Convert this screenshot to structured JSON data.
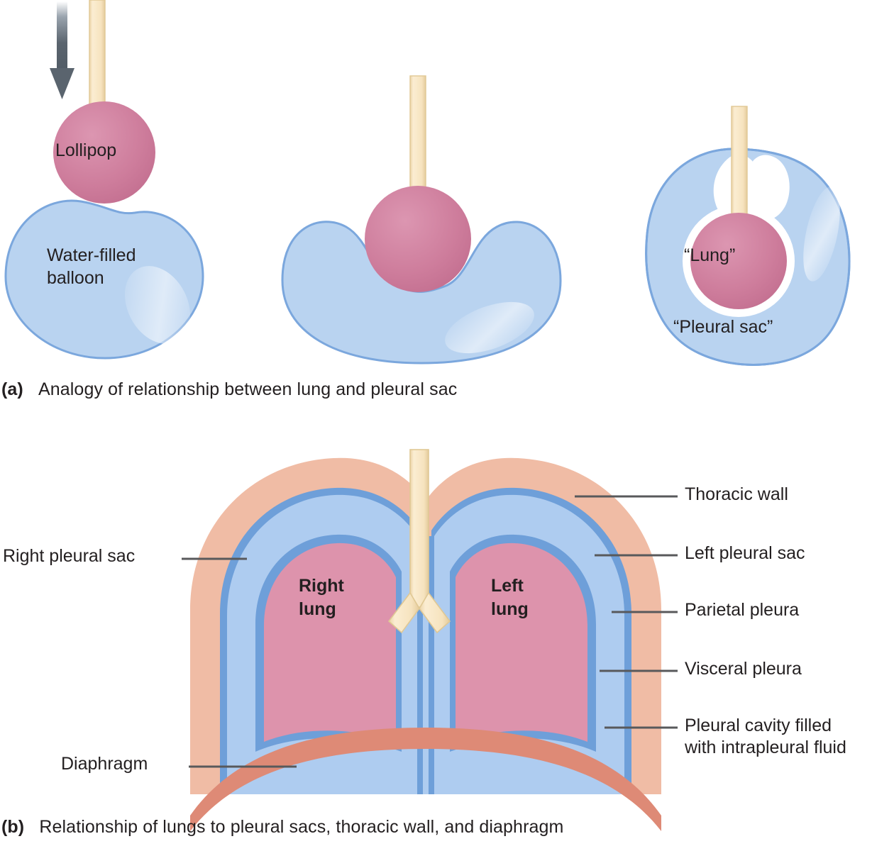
{
  "figure": {
    "title_a": "Analogy of relationship between lung and pleural sac",
    "title_b": "Relationship of lungs to pleural sacs, thoracic wall, and diaphragm"
  },
  "panel_a": {
    "tag": "(a)",
    "caption": "Analogy of relationship between lung and pleural sac",
    "arrow_name": "downward-push-arrow",
    "steps": [
      {
        "id": "step-1",
        "labels": {
          "lollipop": "Lollipop",
          "balloon_line1": "Water-filled",
          "balloon_line2": "balloon"
        }
      },
      {
        "id": "step-2",
        "labels": {}
      },
      {
        "id": "step-3",
        "labels": {
          "lung": "“Lung”",
          "pleural_sac": "“Pleural sac”"
        }
      }
    ]
  },
  "panel_b": {
    "tag": "(b)",
    "caption": "Relationship of lungs to pleural sacs, thoracic wall, and diaphragm",
    "inner_labels": {
      "right_lung_line1": "Right",
      "right_lung_line2": "lung",
      "left_lung_line1": "Left",
      "left_lung_line2": "lung"
    },
    "left_callouts": [
      {
        "label": "Right pleural sac"
      },
      {
        "label": "Diaphragm"
      }
    ],
    "right_callouts": [
      {
        "label": "Thoracic wall"
      },
      {
        "label": "Left pleural sac"
      },
      {
        "label": "Parietal pleura"
      },
      {
        "label": "Visceral pleura"
      },
      {
        "label_line1": "Pleural cavity filled",
        "label_line2": "with intrapleural fluid"
      }
    ]
  },
  "colors": {
    "lung_pink": "#DD93AC",
    "lung_pink_stroke": "#C97C98",
    "lollipop_pink": "#CE7D9C",
    "balloon_blue": "#B9D3F0",
    "balloon_stroke": "#7BA7DD",
    "pleural_fluid_blue": "#AECCF0",
    "pleura_line_blue": "#6E9FD9",
    "thoracic_wall_peach": "#F0BCA5",
    "diaphragm_salmon": "#DE8A76",
    "stick_tan": "#F6E3BE",
    "stick_stroke": "#E0C894",
    "leader_gray": "#58595B",
    "arrow_gray": "#5A646E",
    "text": "#231F20",
    "background": "#FFFFFF"
  }
}
